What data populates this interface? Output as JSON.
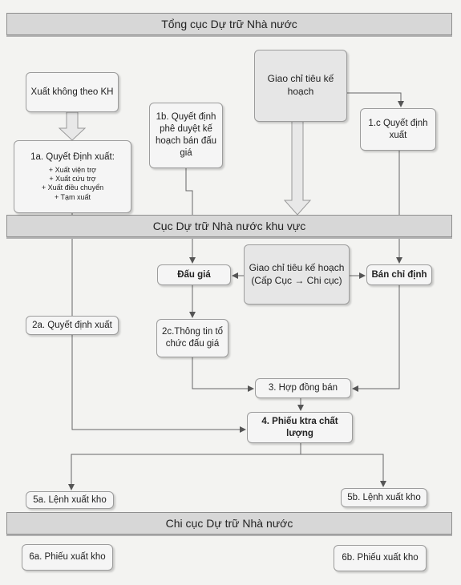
{
  "bands": {
    "top": "Tổng cục Dự trữ Nhà nước",
    "middle": "Cục Dự trữ Nhà nước khu vực",
    "bottom": "Chi cục Dự trữ Nhà nước"
  },
  "boxes": {
    "xuat_khong_theo_kh": "Xuất không theo KH",
    "giao_chi_tieu": "Giao chỉ tiêu kế hoạch",
    "box_1b": "1b. Quyết định phê duyệt kế hoạch bán đấu giá",
    "box_1c": "1.c Quyết định xuất",
    "box_1a_title": "1a. Quyết Định xuất:",
    "box_1a_items": [
      "+ Xuất viện trợ",
      "+ Xuất cứu trợ",
      "+ Xuất điều chuyển",
      "+ Tạm xuất"
    ],
    "dau_gia": "Đấu giá",
    "giao_chi_tieu_cap": "Giao chỉ tiêu kế hoạch (Cấp Cục → Chi cục)",
    "ban_chi_dinh": "Bán chỉ định",
    "box_2a": "2a. Quyết định xuất",
    "box_2c": "2c.Thông tin tổ chức đấu giá",
    "box_3": "3. Hợp đồng bán",
    "box_4": "4. Phiếu ktra chất lượng",
    "box_5a": "5a. Lệnh xuất kho",
    "box_5b": "5b. Lệnh xuất kho",
    "box_6a": "6a. Phiếu xuất kho",
    "box_6b": "6b. Phiếu xuất kho"
  }
}
